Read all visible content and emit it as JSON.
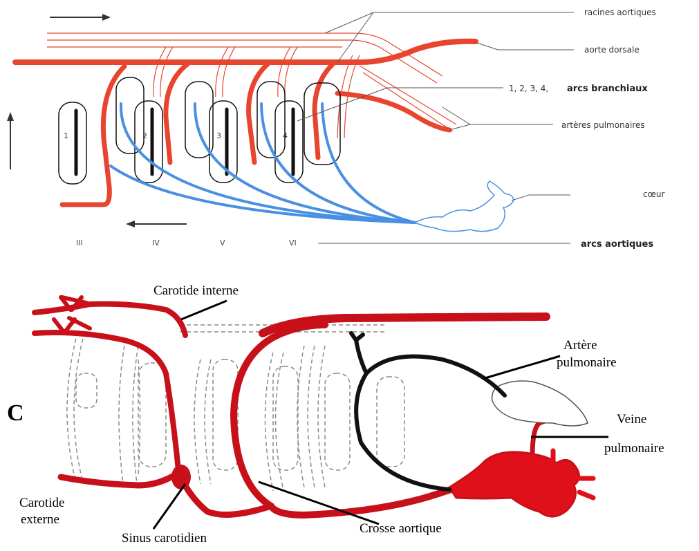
{
  "colors": {
    "artery_red": "#E8452F",
    "dark_red": "#C8101A",
    "blue": "#4A90E2",
    "black": "#111111"
  },
  "top_panel": {
    "labels": {
      "racines_aortiques": "racines aortiques",
      "aorte_dorsale": "aorte dorsale",
      "arcs_branchiaux_prefix": "1, 2, 3, 4,",
      "arcs_branchiaux": "arcs branchiaux",
      "arteres_pulmonaires": "artères pulmonaires",
      "coeur": "cœur",
      "arcs_aortiques": "arcs aortiques"
    },
    "slit_numbers": [
      "1",
      "2",
      "3",
      "4"
    ],
    "arch_numerals": [
      "III",
      "IV",
      "V",
      "VI"
    ],
    "arrows": [
      "right-arrow",
      "up-arrow",
      "left-arrow"
    ]
  },
  "bottom_panel": {
    "panel_letter": "C",
    "labels": {
      "carotide_interne": "Carotide interne",
      "artere_pulmonaire_1": "Artère",
      "artere_pulmonaire_2": "pulmonaire",
      "veine_pulmonaire_1": "Veine",
      "veine_pulmonaire_2": "pulmonaire",
      "carotide_externe_1": "Carotide",
      "carotide_externe_2": "externe",
      "sinus_carotidien": "Sinus carotidien",
      "crosse_aortique": "Crosse aortique"
    }
  }
}
